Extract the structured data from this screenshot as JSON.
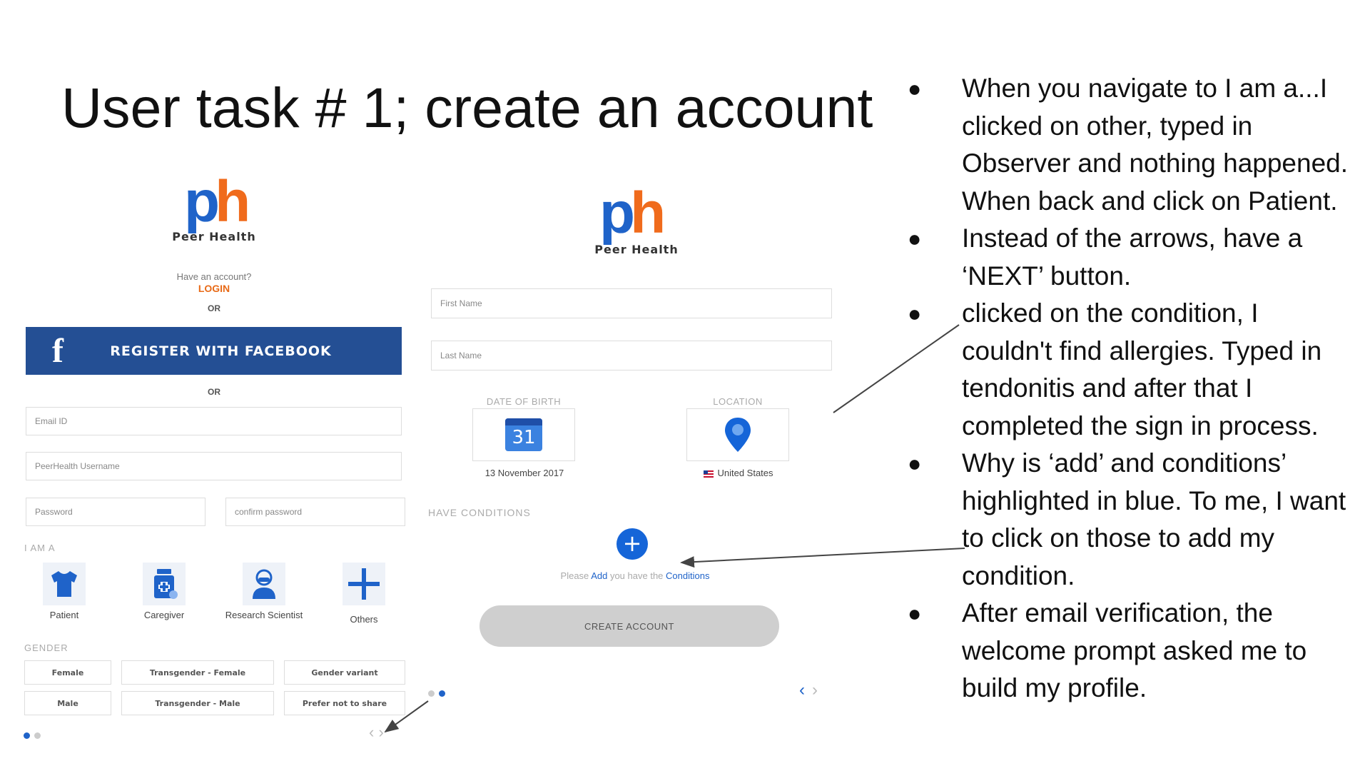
{
  "slide": {
    "title": "User task # 1; create an account"
  },
  "left_screen": {
    "logo": {
      "p": "p",
      "h": "h"
    },
    "brand": "Peer Health",
    "have_account": "Have an account?",
    "login": "LOGIN",
    "or1": "OR",
    "facebook_button": "REGISTER WITH FACEBOOK",
    "facebook_icon": "f",
    "or2": "OR",
    "fields": {
      "email_placeholder": "Email ID",
      "username_placeholder": "PeerHealth Username",
      "password_placeholder": "Password",
      "confirm_placeholder": "confirm password"
    },
    "i_am_a_label": "I AM A",
    "roles": [
      {
        "label": "Patient",
        "icon": "tshirt-icon"
      },
      {
        "label": "Caregiver",
        "icon": "medicine-bottle-icon"
      },
      {
        "label": "Research Scientist",
        "icon": "scientist-icon"
      },
      {
        "label": "Others",
        "icon": "plus-icon"
      }
    ],
    "gender_label": "GENDER",
    "genders": [
      "Female",
      "Transgender - Female",
      "Gender variant",
      "Male",
      "Transgender - Male",
      "Prefer not to share"
    ],
    "nav": {
      "prev": "‹",
      "next": "›"
    }
  },
  "middle_screen": {
    "logo": {
      "p": "p",
      "h": "h"
    },
    "brand": "Peer Health",
    "fields": {
      "first_name_placeholder": "First Name",
      "last_name_placeholder": "Last Name"
    },
    "dob_label": "DATE OF BIRTH",
    "calendar_day": "31",
    "dob_value": "13 November 2017",
    "location_label": "LOCATION",
    "location_value": "United States",
    "conditions_label": "HAVE CONDITIONS",
    "add_symbol": "+",
    "hint": {
      "please": "Please",
      "add": "Add",
      "middle": "you have the",
      "conditions": "Conditions"
    },
    "create_account": "CREATE ACCOUNT",
    "nav": {
      "prev": "‹",
      "next": "›"
    }
  },
  "notes": [
    "When you navigate to I am a...I clicked on other, typed in Observer and nothing happened. When back and click on Patient.",
    "Instead of the arrows, have a ‘NEXT’ button.",
    "clicked on the condition, I couldn't find allergies. Typed in tendonitis and after that I completed the sign in process.",
    "Why is ‘add’ and conditions’ highlighted in blue. To me, I want to click on those to add my condition.",
    "After email verification, the welcome prompt asked me to build my profile."
  ],
  "colors": {
    "brand_blue": "#1f63c9",
    "brand_orange": "#f06b1c",
    "facebook_blue": "#244f94",
    "add_blue": "#1565d8",
    "create_button_gray": "#cfcfcf"
  }
}
